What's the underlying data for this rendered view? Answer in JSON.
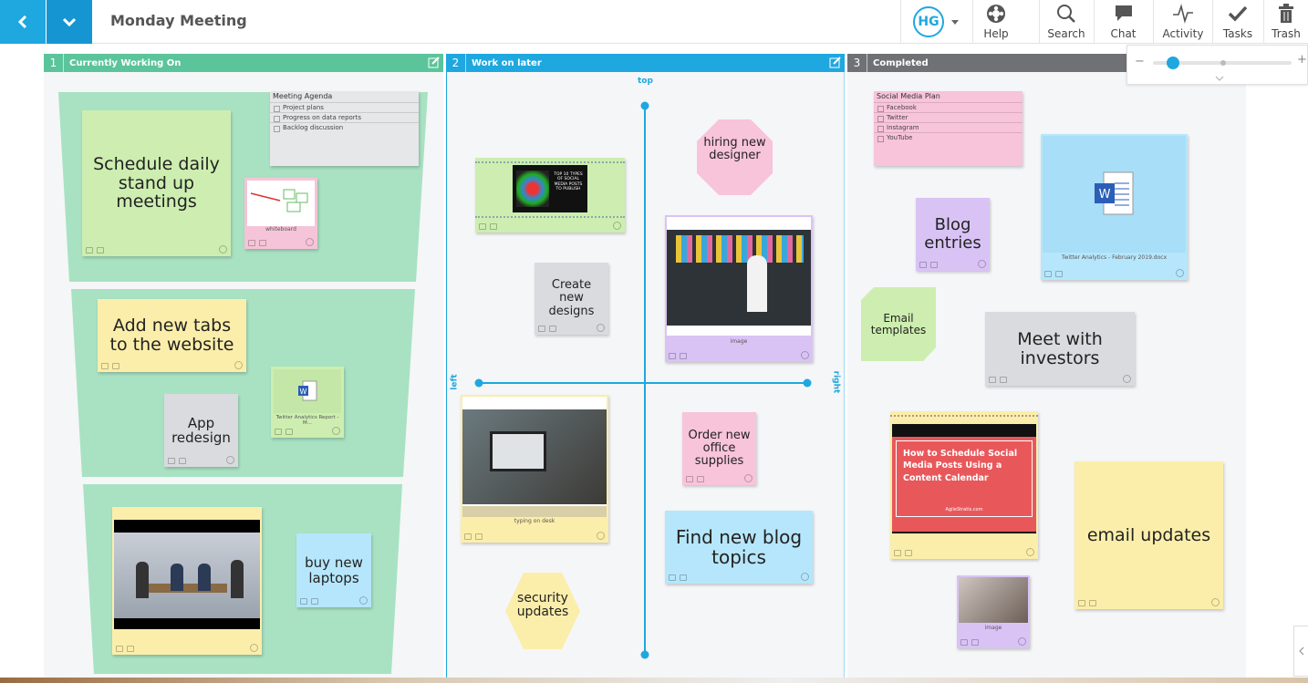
{
  "header": {
    "title": "Monday Meeting",
    "avatar_initials": "HG",
    "tools": [
      {
        "label": "Help",
        "icon": "help-icon"
      },
      {
        "label": "Search",
        "icon": "search-icon"
      },
      {
        "label": "Chat",
        "icon": "chat-icon"
      },
      {
        "label": "Activity",
        "icon": "activity-icon"
      },
      {
        "label": "Tasks",
        "icon": "tasks-icon"
      },
      {
        "label": "Trash",
        "icon": "trash-icon"
      }
    ]
  },
  "zoom": {
    "minus": "−",
    "plus": "+",
    "level": 0.1
  },
  "lanes": [
    {
      "number": "1",
      "title": "Currently Working On",
      "color": "#5bc49a"
    },
    {
      "number": "2",
      "title": "Work on later",
      "color": "#1fa7e0"
    },
    {
      "number": "3",
      "title": "Completed",
      "color": "#6f7175"
    }
  ],
  "axes": {
    "top": "top",
    "left": "left",
    "right": "right"
  },
  "notes": {
    "schedule": "Schedule daily stand up meetings",
    "add_tabs": "Add new tabs to the website",
    "app_redesign": "App redesign",
    "buy_laptops": "buy new laptops",
    "create_designs": "Create new designs",
    "hiring": "hiring new designer",
    "order_supplies": "Order new office supplies",
    "find_blog": "Find new blog topics",
    "security": "security updates",
    "blog_entries": "Blog entries",
    "email_templates": "Email templates",
    "meet_investors": "Meet with investors",
    "email_updates": "email updates"
  },
  "captions": {
    "whiteboard": "whiteboard",
    "twitter_doc_1": "Twitter Analytics Report - M...",
    "image": "image",
    "typing": "typing on desk",
    "twitter_doc_2": "Twitter Analytics - February 2019.docx"
  },
  "meeting_agenda": {
    "title": "Meeting Agenda",
    "items": [
      "Project plans",
      "Progress on data reports",
      "Backlog discussion"
    ]
  },
  "social_plan": {
    "title": "Social Media Plan",
    "items": [
      "Facebook",
      "Twitter",
      "Instagram",
      "YouTube"
    ]
  },
  "media": {
    "top10_text": "TOP 10 TYPES OF SOCIAL MEDIA POSTS TO PUBLISH",
    "how_to_title": "How to Schedule Social Media Posts Using a Content Calendar",
    "how_to_site": "AgileStratis.com",
    "word_letter": "W"
  }
}
